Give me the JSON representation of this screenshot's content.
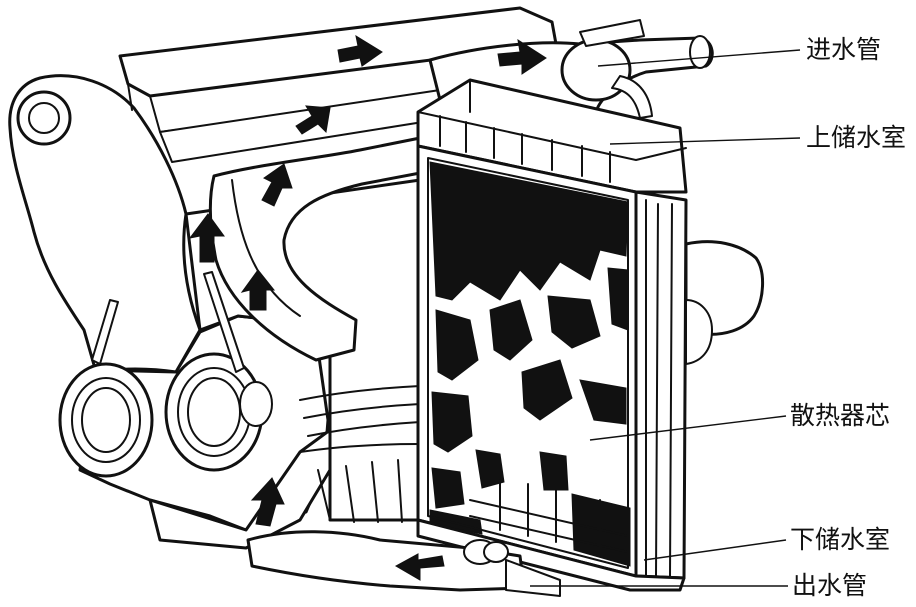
{
  "labels": {
    "inlet_pipe": "进水管",
    "upper_tank": "上储水室",
    "core": "散热器芯",
    "lower_tank": "下储水室",
    "outlet_pipe": "出水管"
  }
}
